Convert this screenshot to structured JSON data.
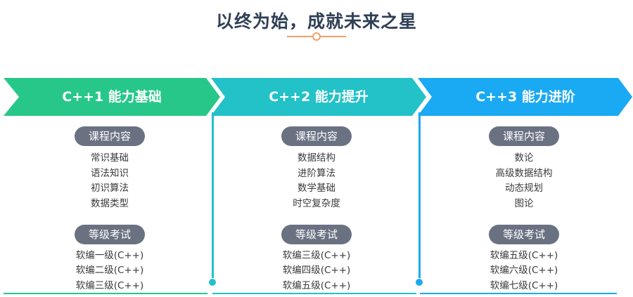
{
  "title": "以终为始，成就未来之星",
  "colors": {
    "title": "#2f3f55",
    "accent_orange": "#f0a068",
    "stage1": "#27c78a",
    "stage2": "#23c1c8",
    "stage3": "#1aa9f3",
    "pill": "#6a7282"
  },
  "stages": [
    {
      "banner": "C++1 能力基础",
      "content_label": "课程内容",
      "content_items": [
        "常识基础",
        "语法知识",
        "初识算法",
        "数据类型"
      ],
      "exam_label": "等级考试",
      "exam_items": [
        "软编一级(C++)",
        "软编二级(C++)",
        "软编三级(C++)"
      ]
    },
    {
      "banner": "C++2 能力提升",
      "content_label": "课程内容",
      "content_items": [
        "数据结构",
        "进阶算法",
        "数学基础",
        "时空复杂度"
      ],
      "exam_label": "等级考试",
      "exam_items": [
        "软编三级(C++)",
        "软编四级(C++)",
        "软编五级(C++)"
      ]
    },
    {
      "banner": "C++3 能力进阶",
      "content_label": "课程内容",
      "content_items": [
        "数论",
        "高级数据结构",
        "动态规划",
        "图论"
      ],
      "exam_label": "等级考试",
      "exam_items": [
        "软编五级(C++)",
        "软编六级(C++)",
        "软编七级(C++)"
      ]
    }
  ]
}
